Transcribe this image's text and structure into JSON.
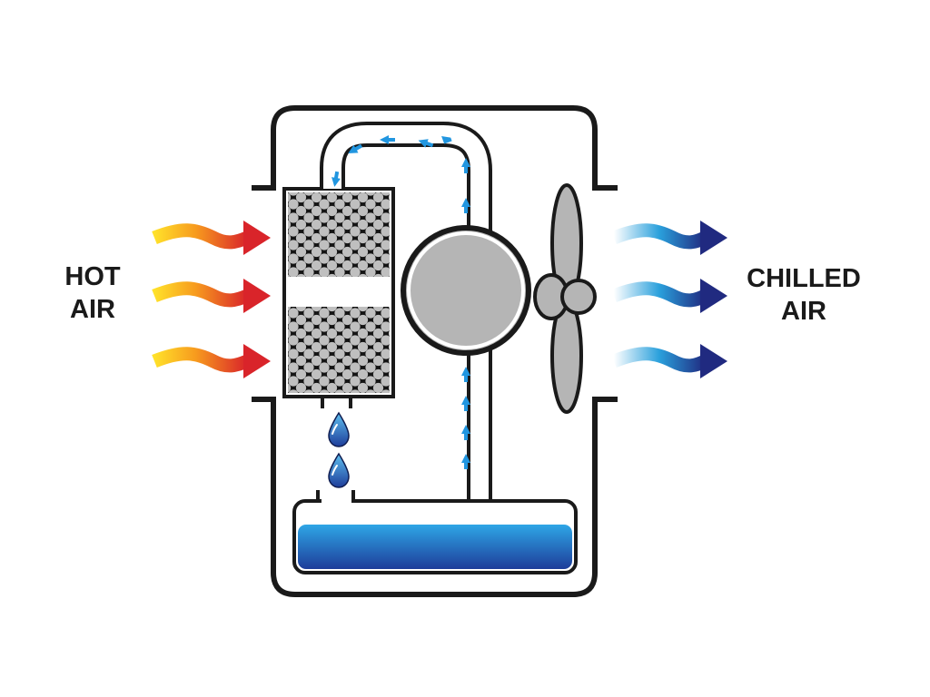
{
  "labels": {
    "hot_air": [
      "HOT",
      "AIR"
    ],
    "chilled_air": [
      "CHILLED",
      "AIR"
    ]
  },
  "components": {
    "casing": "housing-icon",
    "evaporative_pad": "honeycomb-pad-icon",
    "pump": "pump-icon",
    "fan": "fan-icon",
    "water_drops": "water-drop-icon",
    "reservoir": "water-tank-icon",
    "pipe": "water-pipe-icon"
  },
  "colors": {
    "outline": "#1a1a1a",
    "component_fill": "#b5b5b5",
    "hot_start": "#ffe12a",
    "hot_mid": "#f79a1e",
    "hot_end": "#d9242a",
    "cool_start": "#ffffff",
    "cool_mid": "#2aa0dc",
    "cool_end": "#202a80",
    "water_light": "#2ea6e6",
    "water_dark": "#1e3d9a",
    "flow_arrow": "#2196e0"
  }
}
